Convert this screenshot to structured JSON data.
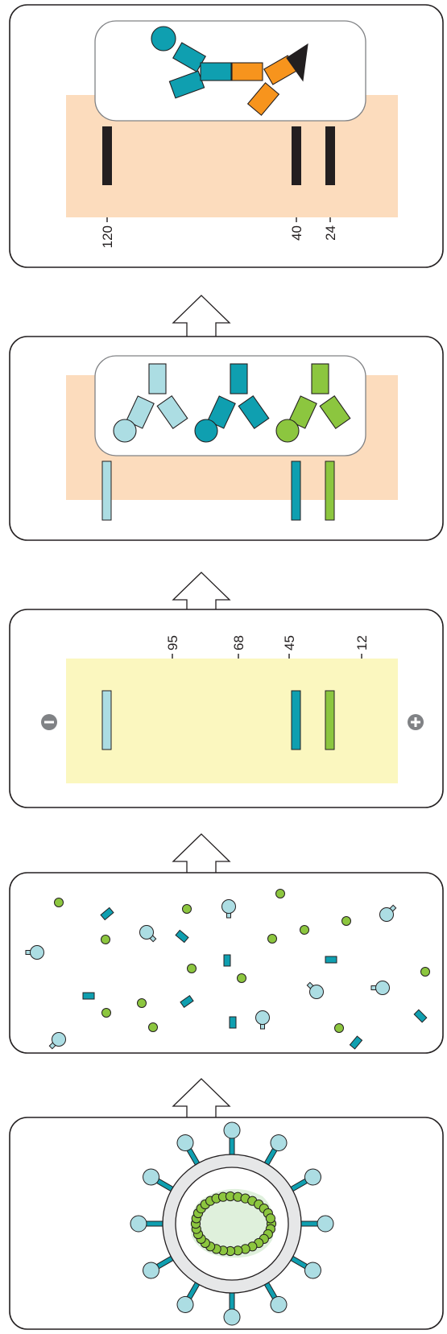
{
  "western_blot": {
    "marker_labels": [
      "120",
      "40",
      "24"
    ],
    "colors": {
      "membrane": "#fcdcbd",
      "band": "#231f20",
      "antigen_teal": "#0f9fb0",
      "antigen_orange": "#f7941d",
      "enzyme_tip": "#231f20"
    }
  },
  "antibody_blot": {
    "colors": {
      "membrane": "#fcdcbd",
      "light_blue": "#acdde3",
      "teal": "#0f9fb0",
      "green": "#8cc63f"
    }
  },
  "gel_electrophoresis": {
    "marker_labels": [
      "95",
      "68",
      "45",
      "12"
    ],
    "negative_icon": "minus-circle-icon",
    "positive_icon": "plus-circle-icon",
    "colors": {
      "gel": "#fbf7bf",
      "light_blue": "#acdde3",
      "teal": "#0f9fb0",
      "green": "#8cc63f",
      "electrode": "#808285"
    }
  },
  "lysed_proteins": {
    "colors": {
      "light_blue": "#acdde3",
      "teal": "#0f9fb0",
      "green": "#8cc63f"
    }
  },
  "virus": {
    "colors": {
      "envelope": "#e6e7e8",
      "spike_head": "#acdde3",
      "spike_stem": "#0f9fb0",
      "core": "#dff0dc",
      "capsomere": "#8cc63f"
    }
  },
  "arrows": {
    "icon": "up-arrow-icon"
  }
}
